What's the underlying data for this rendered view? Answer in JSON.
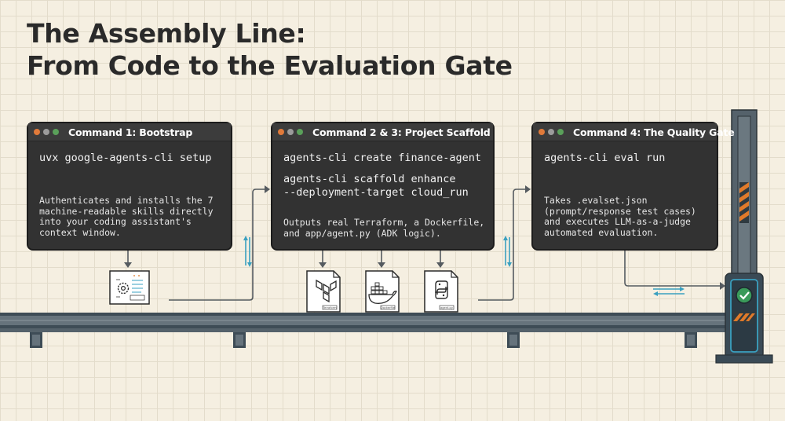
{
  "title": {
    "line1": "The Assembly Line:",
    "line2": "From Code to the Evaluation Gate"
  },
  "panels": [
    {
      "title": "Command 1: Bootstrap",
      "commands": [
        "uvx google-agents-cli setup"
      ],
      "description": [
        "Authenticates and installs the 7",
        "machine-readable skills directly",
        "into your coding assistant's",
        "context window."
      ]
    },
    {
      "title": "Command 2 & 3: Project Scaffold",
      "commands": [
        "agents-cli create finance-agent",
        "",
        "agents-cli scaffold enhance",
        "--deployment-target cloud_run"
      ],
      "description": [
        "Outputs real Terraform, a Dockerfile,",
        "and app/agent.py (ADK logic)."
      ]
    },
    {
      "title": "Command 4: The Quality Gate",
      "commands": [
        "agents-cli eval run"
      ],
      "description": [
        "Takes .evalset.json",
        "(prompt/response test cases)",
        "and executes LLM-as-a-judge",
        "automated evaluation."
      ]
    }
  ],
  "files": [
    {
      "icon": "settings-file-icon",
      "label": ""
    },
    {
      "icon": "terraform-file-icon",
      "label": "Terraform"
    },
    {
      "icon": "docker-file-icon",
      "label": "Dockerfile"
    },
    {
      "icon": "python-file-icon",
      "label": "agent.py"
    }
  ],
  "colors": {
    "background": "#f5efe1",
    "grid": "#e3dccb",
    "terminal": "#323232",
    "terminal_header": "#3c3c3c",
    "belt": "#4a5a66",
    "accent_teal": "#3aa0c0",
    "gate_green": "#3a9a5a",
    "hazard_orange": "#e07a2a"
  }
}
